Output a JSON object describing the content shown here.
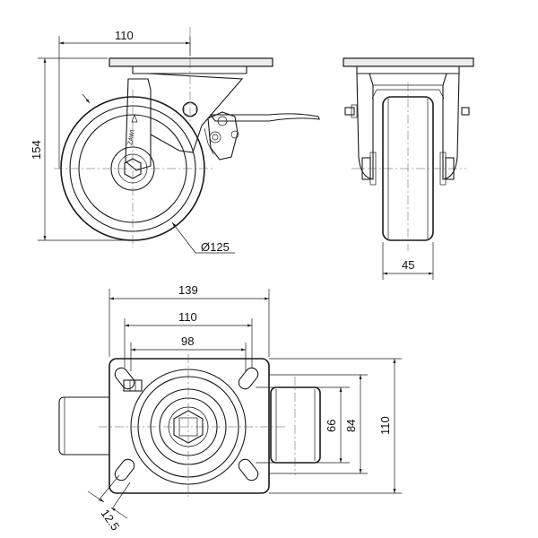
{
  "dimensions": {
    "side_top_width": "110",
    "side_height": "154",
    "wheel_diameter": "Ø125",
    "front_wheel_width": "45",
    "plate_width": "139",
    "hole_spacing_outer": "110",
    "hole_spacing_inner": "98",
    "slot_width": "12.5",
    "plate_dim_66": "66",
    "plate_dim_84": "84",
    "plate_dim_110": "110"
  },
  "brand_mark": "ZAWI",
  "colors": {
    "line": "#1a1a1a",
    "background": "#ffffff"
  }
}
